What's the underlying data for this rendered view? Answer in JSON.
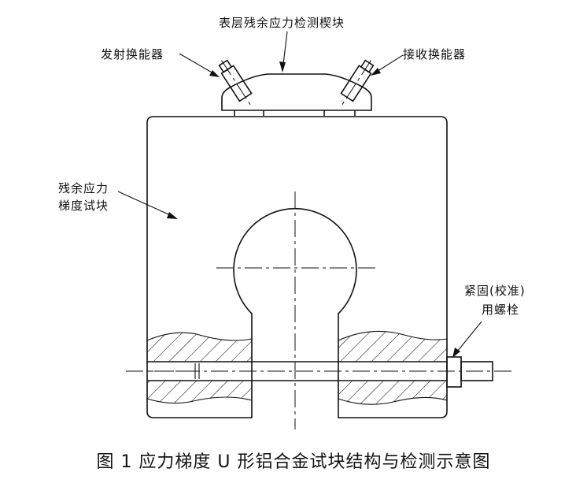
{
  "labels": {
    "top_wedge": "表层残余应力检测楔块",
    "transmitter": "发射换能器",
    "receiver": "接收换能器",
    "block_line1": "残余应力",
    "block_line2": "梯度试块",
    "bolt_line1": "紧固(校准)",
    "bolt_line2": "用螺栓"
  },
  "caption": "图 1  应力梯度 U 形铝合金试块结构与检测示意图",
  "colors": {
    "ink": "#111111",
    "background": "#ffffff"
  }
}
